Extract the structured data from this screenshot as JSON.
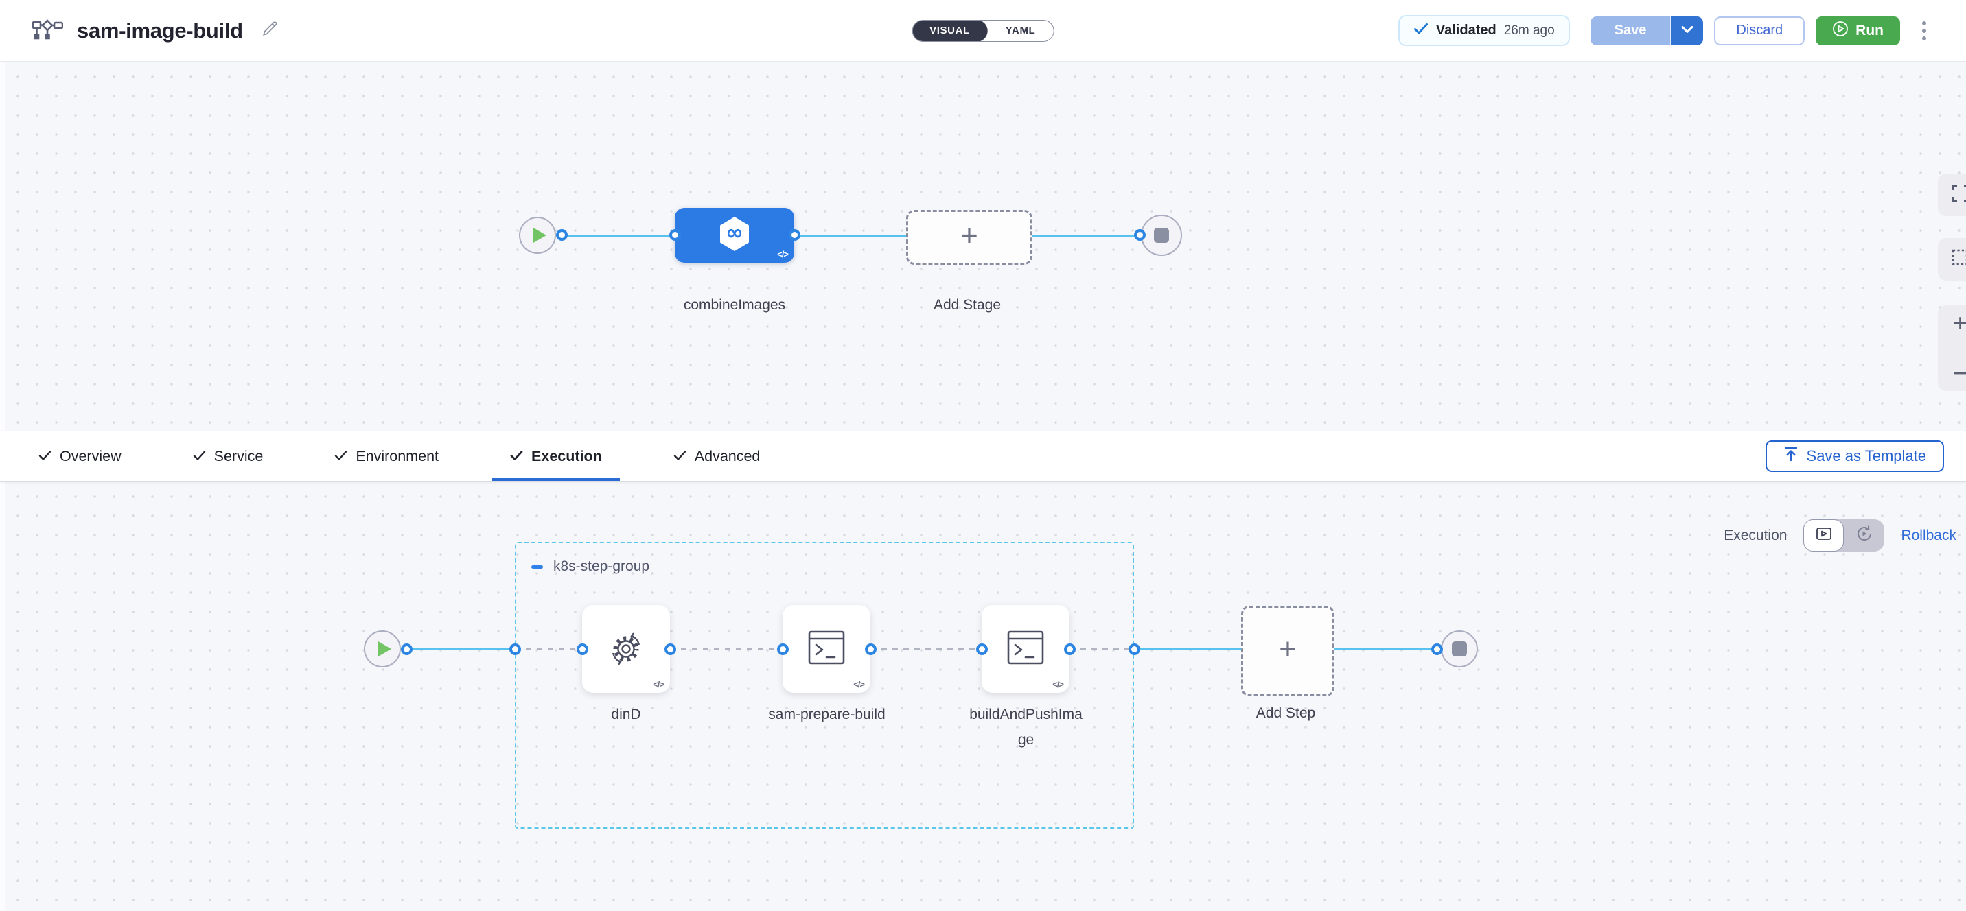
{
  "header": {
    "title": "sam-image-build",
    "mode_toggle": {
      "visual_label": "VISUAL",
      "yaml_label": "YAML",
      "selected": "VISUAL"
    },
    "validated_badge": {
      "label": "Validated",
      "time_ago": "26m ago"
    },
    "save_button": "Save",
    "discard_button": "Discard",
    "run_button": "Run"
  },
  "stage_canvas": {
    "stage": {
      "name": "combineImages",
      "type_icon": "ci-hexagon-infinity-icon"
    },
    "add_stage_label": "Add Stage"
  },
  "tabs": {
    "items": [
      {
        "label": "Overview",
        "active": false
      },
      {
        "label": "Service",
        "active": false
      },
      {
        "label": "Environment",
        "active": false
      },
      {
        "label": "Execution",
        "active": true
      },
      {
        "label": "Advanced",
        "active": false
      }
    ],
    "save_as_template_button": "Save as Template"
  },
  "execution_canvas": {
    "mode_switch": {
      "execution_label": "Execution",
      "rollback_label": "Rollback",
      "selected": "Execution"
    },
    "step_group": {
      "label": "k8s-step-group",
      "steps": [
        {
          "name": "dinD",
          "icon": "gear-sync-icon"
        },
        {
          "name": "sam-prepare-build",
          "icon": "terminal-icon"
        },
        {
          "name": "buildAndPushImage",
          "icon": "terminal-icon"
        }
      ]
    },
    "add_step_label": "Add Step"
  },
  "icons": {
    "pipeline_icon": "flowchart",
    "edit_icon": "pencil",
    "validated_check_icon": "check",
    "save_caret_icon": "chevron-down",
    "run_play_icon": "play-circle",
    "more_icon": "kebab-vertical",
    "code_glyph": "</>",
    "plus_glyph": "+",
    "infinity_glyph": "∞",
    "zoom_in_glyph": "+",
    "zoom_out_glyph": "−"
  },
  "colors": {
    "primary_blue": "#2b6cd4",
    "stage_blue": "#2c7be5",
    "connector_blue": "#58c1ef",
    "port_ring_blue": "#2d85e2",
    "group_border_cyan": "#5ac7ea",
    "run_green": "#49a94e",
    "play_green": "#72c465",
    "save_disabled_blue": "#9ab9ea",
    "save_caret_blue": "#3173d3",
    "validated_check_blue": "#1e78d7"
  }
}
